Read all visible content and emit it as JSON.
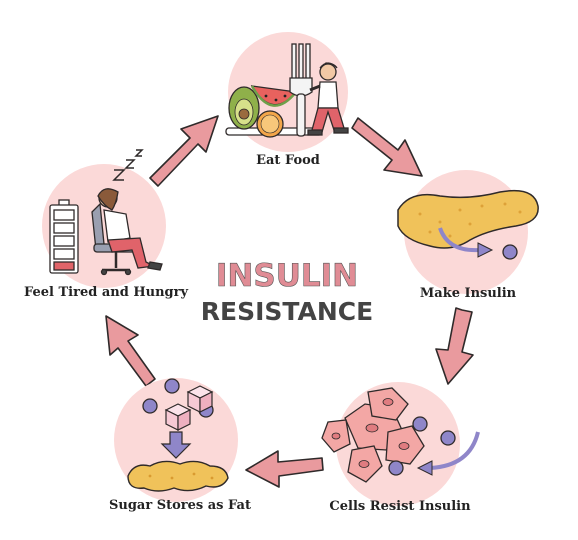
{
  "title": {
    "line1": "INSULIN",
    "line2": "RESISTANCE"
  },
  "steps": [
    {
      "label": "Eat Food",
      "icon": "food-plate-icon"
    },
    {
      "label": "Make Insulin",
      "icon": "pancreas-icon"
    },
    {
      "label": "Cells Resist Insulin",
      "icon": "cells-icon"
    },
    {
      "label": "Sugar Stores as Fat",
      "icon": "fat-storage-icon"
    },
    {
      "label": "Feel Tired and Hungry",
      "icon": "tired-person-icon"
    }
  ],
  "colors": {
    "title_accent": "#e08c95",
    "title_dark": "#444444",
    "arrow": "#e99a9e",
    "arrow_stroke": "#2f2a2a",
    "circle_bg": "#fbd9d8",
    "pancreas": "#f0c25a",
    "molecule": "#8f86c9",
    "cell": "#f3a7a5",
    "sugar_cube": "#f6c9d4",
    "fat": "#f0c25a",
    "battery_low": "#e06469"
  }
}
